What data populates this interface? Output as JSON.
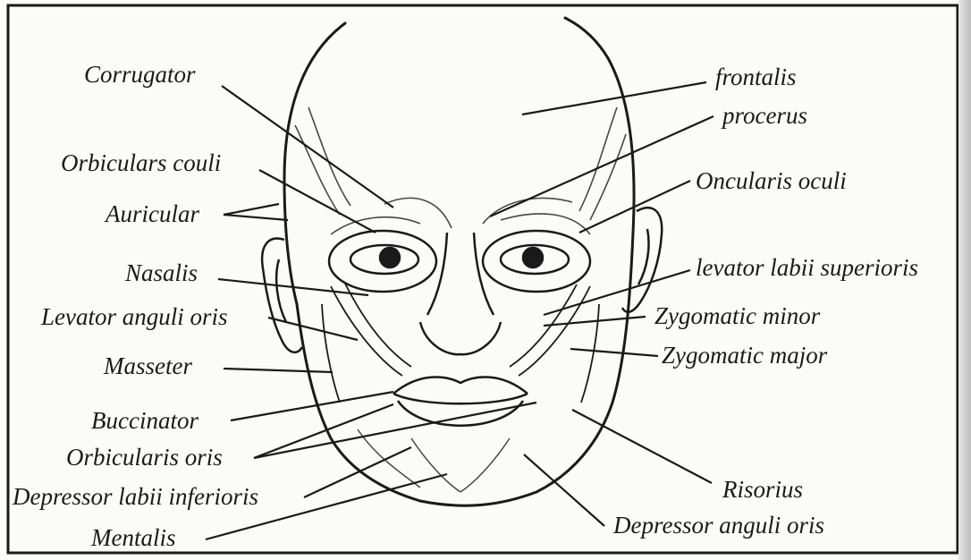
{
  "labels": {
    "corrugator": "Corrugator",
    "orbiculars_couli": "Orbiculars couli",
    "auricular": "Auricular",
    "nasalis": "Nasalis",
    "levator_anguli_oris": "Levator anguli oris",
    "masseter": "Masseter",
    "buccinator": "Buccinator",
    "orbicularis_oris": "Orbicularis oris",
    "depressor_labii_inferioris": "Depressor labii inferioris",
    "mentalis": "Mentalis",
    "frontalis": "frontalis",
    "procerus": "procerus",
    "oncularis_oculi": "Oncularis oculi",
    "levator_labii_superioris": "levator labii superioris",
    "zygomatic_minor": "Zygomatic minor",
    "zygomatic_major": "Zygomatic major",
    "risorius": "Risorius",
    "depressor_anguli_oris": "Depressor anguli oris"
  },
  "colors": {
    "ink": "#1a1a1a",
    "paper": "#fbfbfa"
  }
}
